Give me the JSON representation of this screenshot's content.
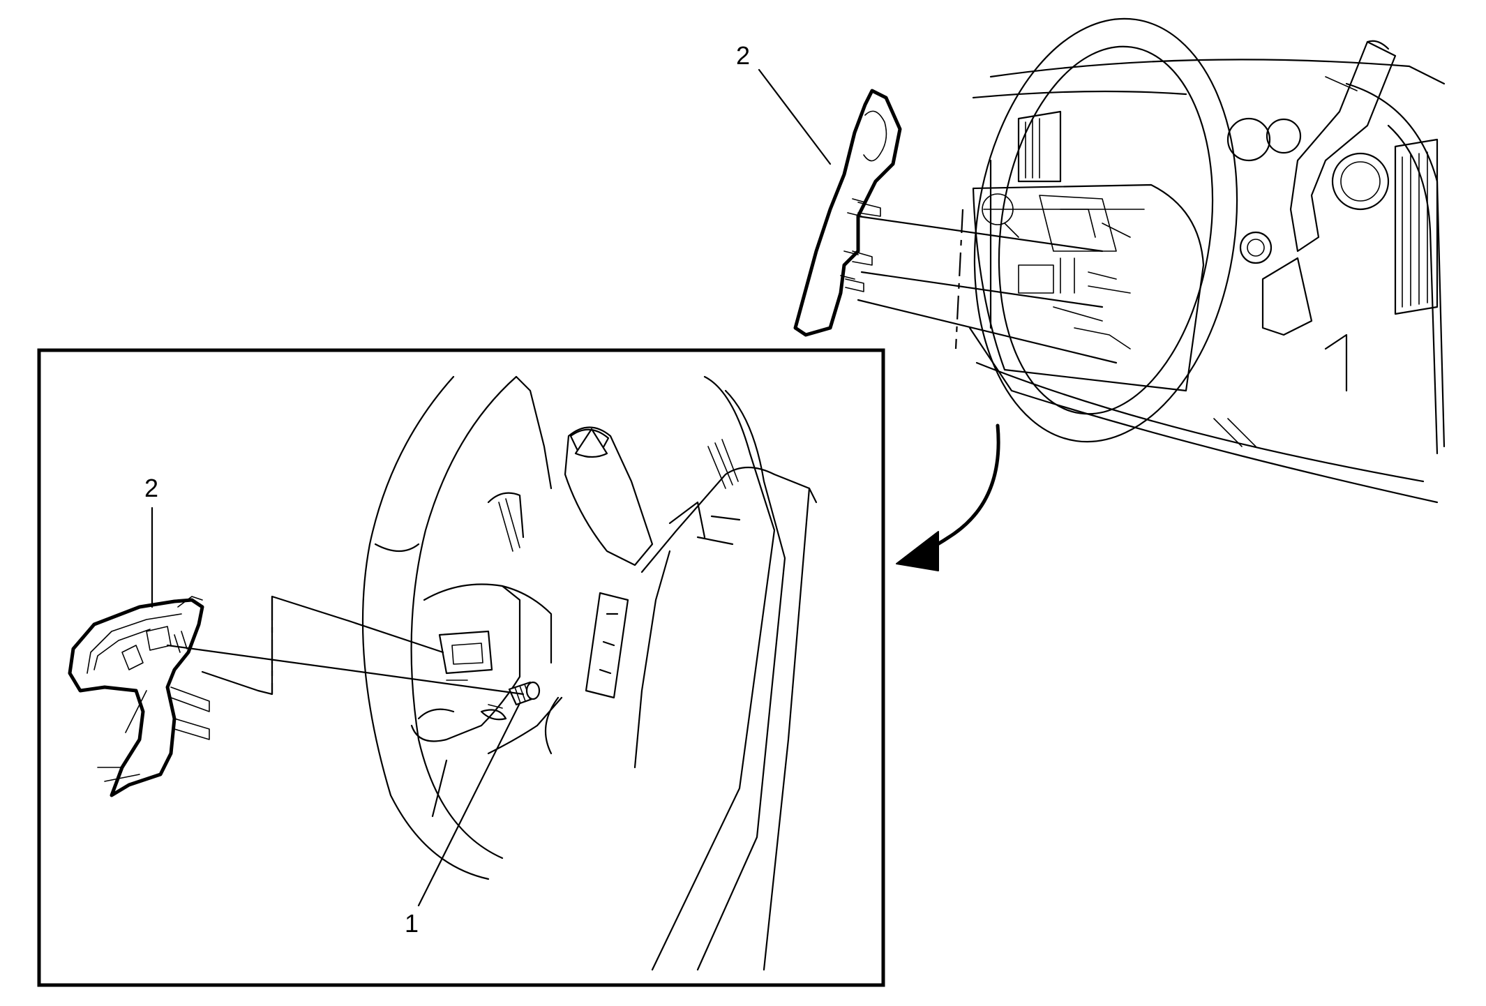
{
  "figure": {
    "callouts": [
      {
        "id": "inset-fastener",
        "label": "1"
      },
      {
        "id": "inset-paddle",
        "label": "2"
      },
      {
        "id": "overview-paddle",
        "label": "2"
      }
    ],
    "colors": {
      "line": "#000000",
      "background": "#ffffff"
    },
    "icons": [
      "curved-arrow-icon"
    ]
  }
}
